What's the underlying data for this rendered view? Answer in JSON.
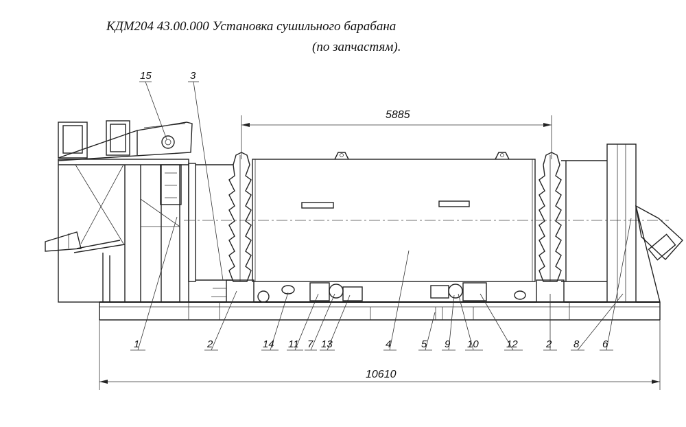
{
  "title": {
    "line1": "КДМ204 43.00.000 Установка сушильного барабана",
    "line2": "(по запчастям)."
  },
  "dimensions": {
    "drum_length": "5885",
    "overall_length": "10610"
  },
  "callouts": [
    {
      "id": "c15",
      "label": "15"
    },
    {
      "id": "c3",
      "label": "3"
    },
    {
      "id": "c1",
      "label": "1"
    },
    {
      "id": "c2a",
      "label": "2"
    },
    {
      "id": "c14",
      "label": "14"
    },
    {
      "id": "c11",
      "label": "11"
    },
    {
      "id": "c7",
      "label": "7"
    },
    {
      "id": "c13",
      "label": "13"
    },
    {
      "id": "c4",
      "label": "4"
    },
    {
      "id": "c5",
      "label": "5"
    },
    {
      "id": "c9",
      "label": "9"
    },
    {
      "id": "c10",
      "label": "10"
    },
    {
      "id": "c12",
      "label": "12"
    },
    {
      "id": "c2b",
      "label": "2"
    },
    {
      "id": "c8",
      "label": "8"
    },
    {
      "id": "c6",
      "label": "6"
    }
  ]
}
